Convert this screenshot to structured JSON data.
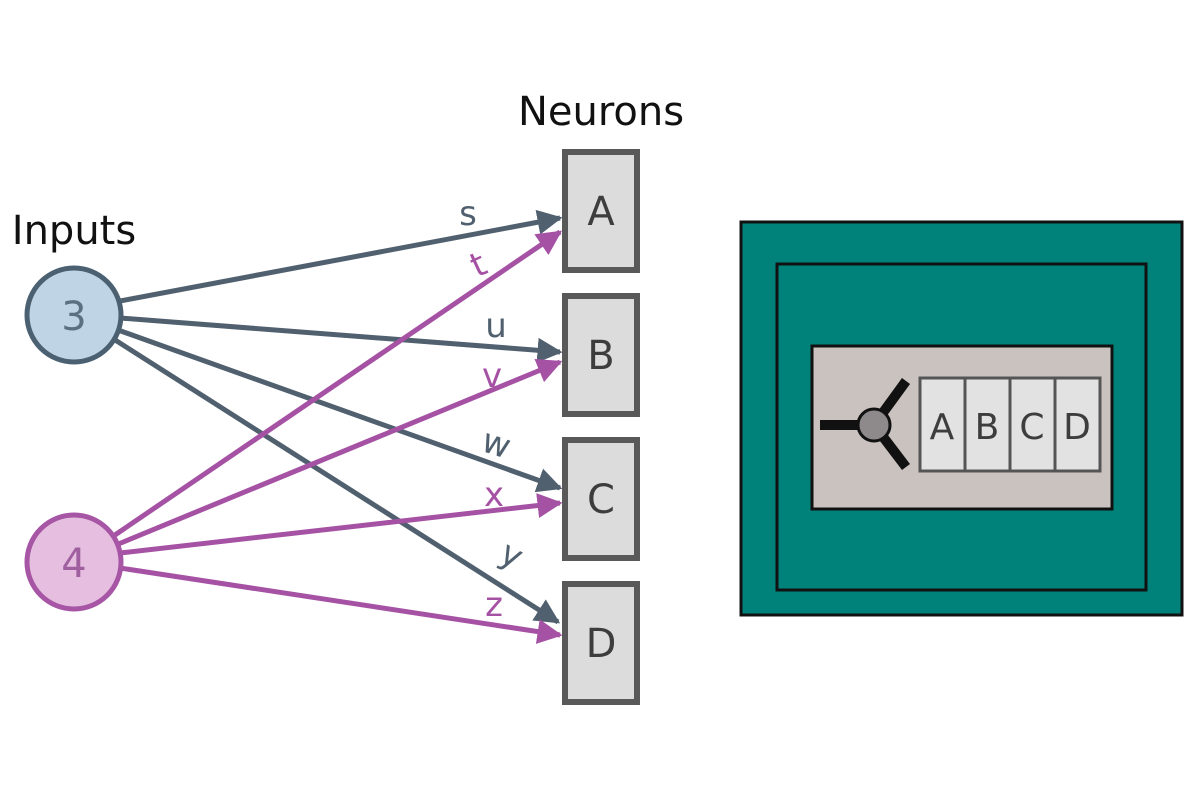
{
  "diagram": {
    "inputs_title": "Inputs",
    "neurons_title": "Neurons",
    "inputs": [
      {
        "label": "3",
        "fill": "#bfd5e6",
        "stroke": "#4b6172"
      },
      {
        "label": "4",
        "fill": "#e6bfe0",
        "stroke": "#a756a5"
      }
    ],
    "neurons": [
      "A",
      "B",
      "C",
      "D"
    ],
    "weights": [
      "s",
      "t",
      "u",
      "v",
      "w",
      "x",
      "y",
      "z"
    ],
    "colors": {
      "input3_edge": "#51606f",
      "input4_edge": "#a652a4",
      "neuron_fill": "#dcdcdc",
      "neuron_border": "#595959",
      "chip_outer": "#00827a",
      "chip_inner_panel": "#c9c2bf",
      "chip_node": "#8e8a8c"
    }
  },
  "chip": {
    "cells": [
      "A",
      "B",
      "C",
      "D"
    ]
  }
}
